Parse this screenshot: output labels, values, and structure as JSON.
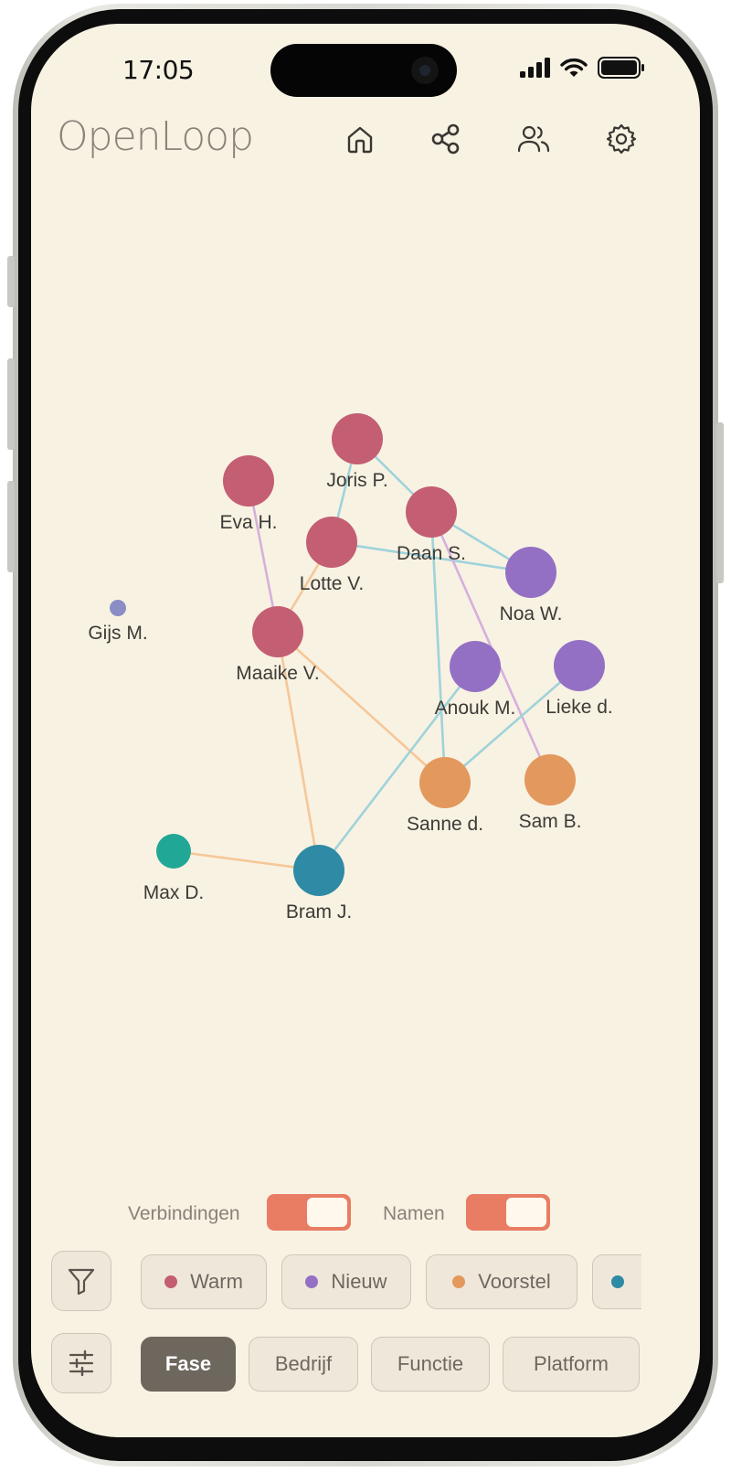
{
  "status_bar": {
    "time": "17:05"
  },
  "app": {
    "title": "OpenLoop"
  },
  "nav": [
    {
      "id": "home",
      "icon": "home-icon"
    },
    {
      "id": "share",
      "icon": "share-icon"
    },
    {
      "id": "people",
      "icon": "users-icon"
    },
    {
      "id": "settings",
      "icon": "gear-icon"
    }
  ],
  "colors": {
    "warm": "#c45e72",
    "nieuw": "#9470c4",
    "voorstel": "#e3985d",
    "teal": "#2e8aa5",
    "green": "#21a795",
    "slate": "#8a8ec4",
    "edge_blue": "#9fd3da",
    "edge_orange": "#f6c797",
    "edge_purple": "#d6b0dc",
    "accent": "#e97d64"
  },
  "graph": {
    "nodes": [
      {
        "id": "joris",
        "label": "Joris P.",
        "group": "warm"
      },
      {
        "id": "eva",
        "label": "Eva H.",
        "group": "warm"
      },
      {
        "id": "daan",
        "label": "Daan S.",
        "group": "warm"
      },
      {
        "id": "lotte",
        "label": "Lotte V.",
        "group": "warm"
      },
      {
        "id": "noa",
        "label": "Noa W.",
        "group": "nieuw"
      },
      {
        "id": "gijs",
        "label": "Gijs M.",
        "group": "slate"
      },
      {
        "id": "maaike",
        "label": "Maaike V.",
        "group": "warm"
      },
      {
        "id": "anouk",
        "label": "Anouk M.",
        "group": "nieuw"
      },
      {
        "id": "lieke",
        "label": "Lieke d.",
        "group": "nieuw"
      },
      {
        "id": "sanne",
        "label": "Sanne d.",
        "group": "voorstel"
      },
      {
        "id": "sam",
        "label": "Sam B.",
        "group": "voorstel"
      },
      {
        "id": "max",
        "label": "Max D.",
        "group": "green"
      },
      {
        "id": "bram",
        "label": "Bram J.",
        "group": "teal"
      }
    ],
    "edges": [
      {
        "from": "joris",
        "to": "daan",
        "kind": "blue"
      },
      {
        "from": "joris",
        "to": "lotte",
        "kind": "blue"
      },
      {
        "from": "daan",
        "to": "noa",
        "kind": "blue"
      },
      {
        "from": "lotte",
        "to": "noa",
        "kind": "blue"
      },
      {
        "from": "eva",
        "to": "maaike",
        "kind": "purple"
      },
      {
        "from": "lotte",
        "to": "maaike",
        "kind": "orange"
      },
      {
        "from": "daan",
        "to": "sanne",
        "kind": "blue"
      },
      {
        "from": "daan",
        "to": "sam",
        "kind": "purple"
      },
      {
        "from": "maaike",
        "to": "sanne",
        "kind": "orange"
      },
      {
        "from": "maaike",
        "to": "bram",
        "kind": "orange"
      },
      {
        "from": "anouk",
        "to": "bram",
        "kind": "blue"
      },
      {
        "from": "lieke",
        "to": "sanne",
        "kind": "blue"
      },
      {
        "from": "max",
        "to": "bram",
        "kind": "orange"
      }
    ]
  },
  "toggles": {
    "connections": {
      "label": "Verbindingen",
      "on": true
    },
    "names": {
      "label": "Namen",
      "on": true
    }
  },
  "filter_chips": [
    {
      "label": "Warm",
      "color": "#c45e72"
    },
    {
      "label": "Nieuw",
      "color": "#9470c4"
    },
    {
      "label": "Voorstel",
      "color": "#e3985d"
    },
    {
      "label": "",
      "color": "#2e8aa5"
    }
  ],
  "group_chips": [
    {
      "label": "Fase",
      "active": true
    },
    {
      "label": "Bedrijf",
      "active": false
    },
    {
      "label": "Functie",
      "active": false
    },
    {
      "label": "Platform",
      "active": false
    }
  ]
}
